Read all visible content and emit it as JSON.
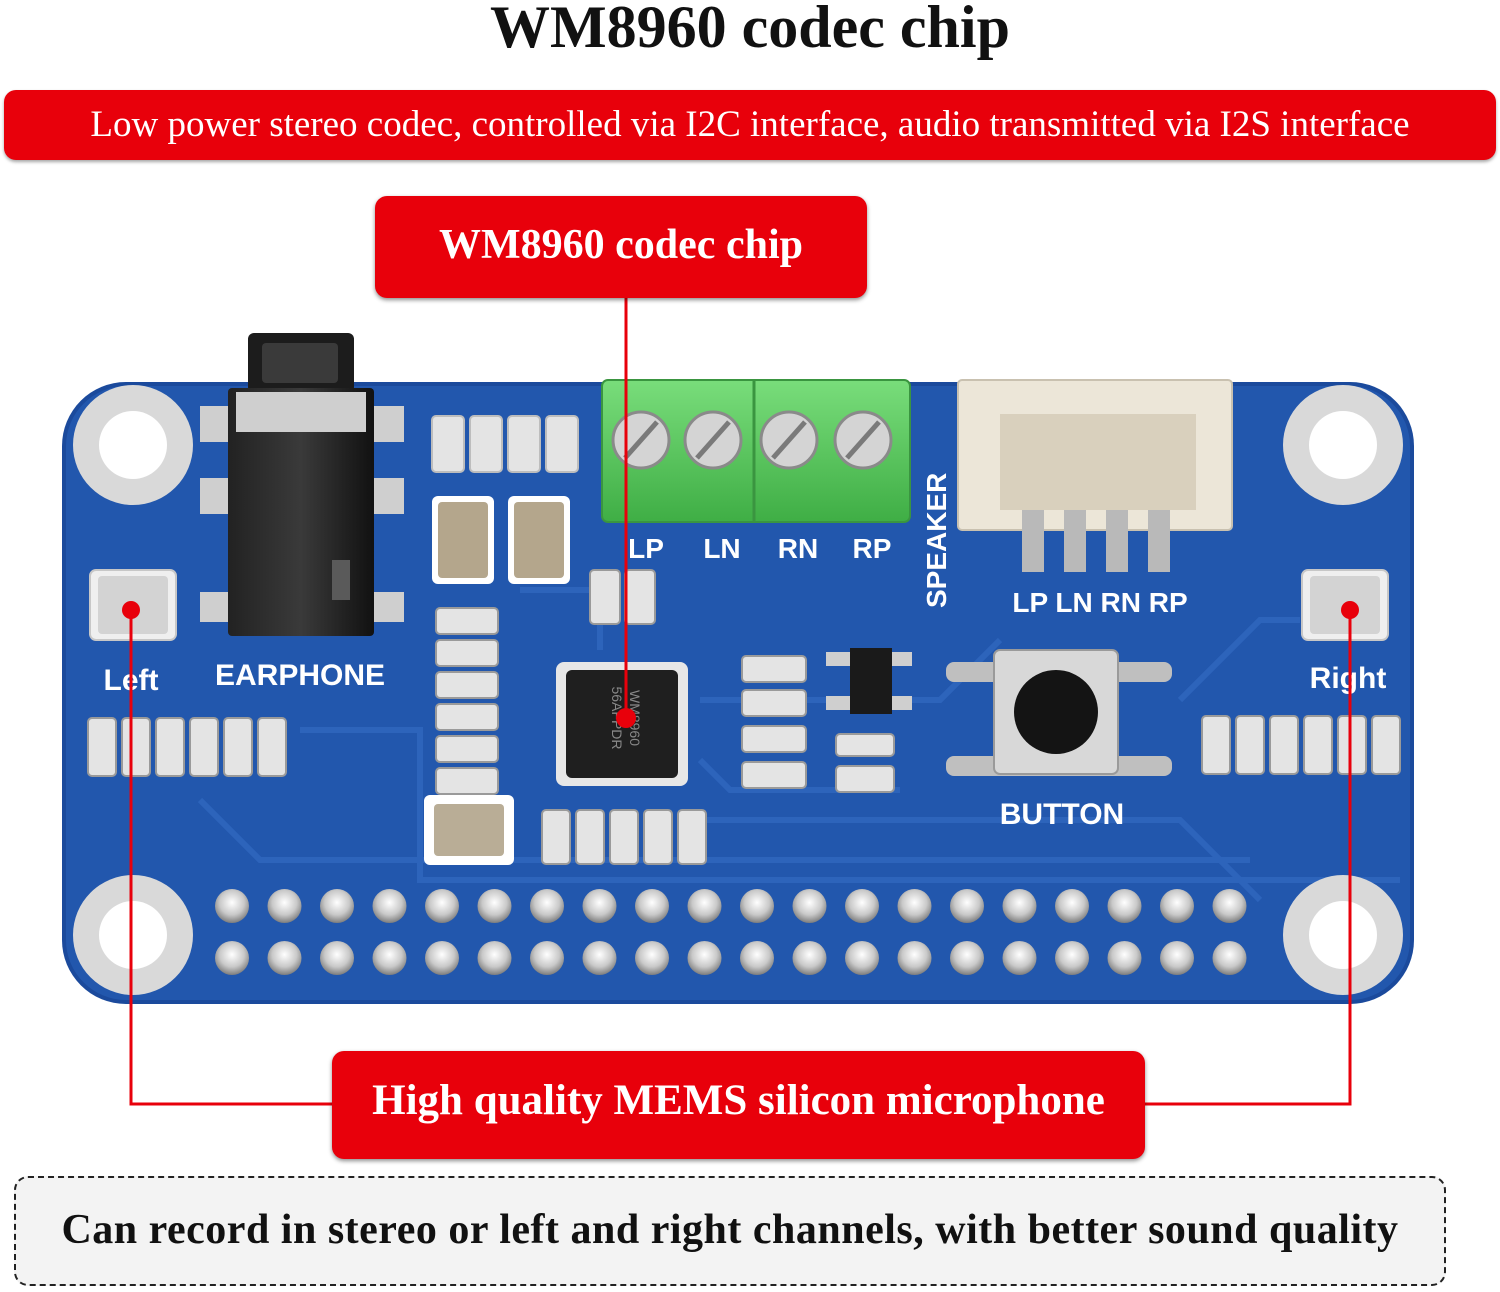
{
  "title": "WM8960 codec chip",
  "banner": "Low power stereo codec, controlled via I2C interface, audio transmitted via I2S interface",
  "callouts": {
    "chip": "WM8960 codec chip",
    "microphone": "High quality MEMS silicon microphone"
  },
  "footer": "Can record in stereo or left and right channels, with better sound quality",
  "board": {
    "silkscreen": {
      "earphone": "EARPHONE",
      "left": "Left",
      "right": "Right",
      "button": "BUTTON",
      "speaker": "SPEAKER",
      "terminal_lp": "LP",
      "terminal_ln": "LN",
      "terminal_rn": "RN",
      "terminal_rp": "RP",
      "connector_pins": "LP LN RN RP"
    },
    "chip_marking_1": "WM8960",
    "chip_marking_2": "56AFPDR",
    "colors": {
      "pcb": "#1d4fa3",
      "callout": "#e8000b",
      "terminal_block": "#59c75c",
      "connector": "#e9e2d4"
    }
  }
}
